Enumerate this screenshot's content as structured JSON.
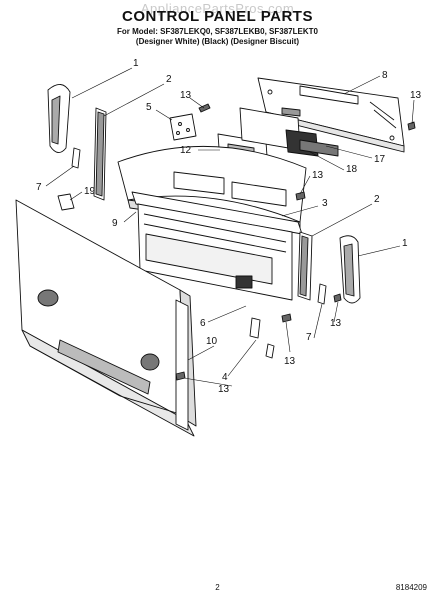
{
  "header": {
    "watermark": "AppliancePartsPros.com",
    "title": "CONTROL PANEL PARTS",
    "models": "For Model: SF387LEKQ0, SF387LEKB0, SF387LEKT0",
    "variants": "(Designer White)     (Black)   (Designer Biscuit)"
  },
  "footer": {
    "page_number": "2",
    "doc_code": "8184209"
  },
  "callouts": [
    "1",
    "2",
    "13",
    "5",
    "12",
    "8",
    "13",
    "7",
    "19",
    "9",
    "17",
    "18",
    "13",
    "3",
    "2",
    "1",
    "6",
    "10",
    "4",
    "13",
    "7",
    "13",
    "13"
  ]
}
